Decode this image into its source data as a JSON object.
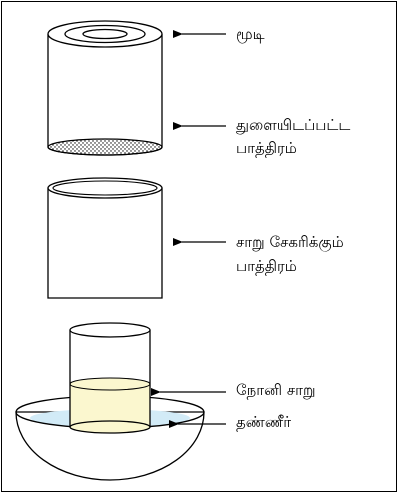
{
  "labels": {
    "lid": "மூடி",
    "perforated_line1": "துளையிடப்பட்ட",
    "perforated_line2": "பாத்திரம்",
    "collecting_line1": "சாறு சேகரிக்கும்",
    "collecting_line2": "பாத்திரம்",
    "juice": "நோனி சாறு",
    "water": "தண்ணீர்"
  },
  "colors": {
    "stroke": "#000000",
    "juice_fill": "#fbf7cf",
    "water_fill": "#d2ebf7"
  }
}
